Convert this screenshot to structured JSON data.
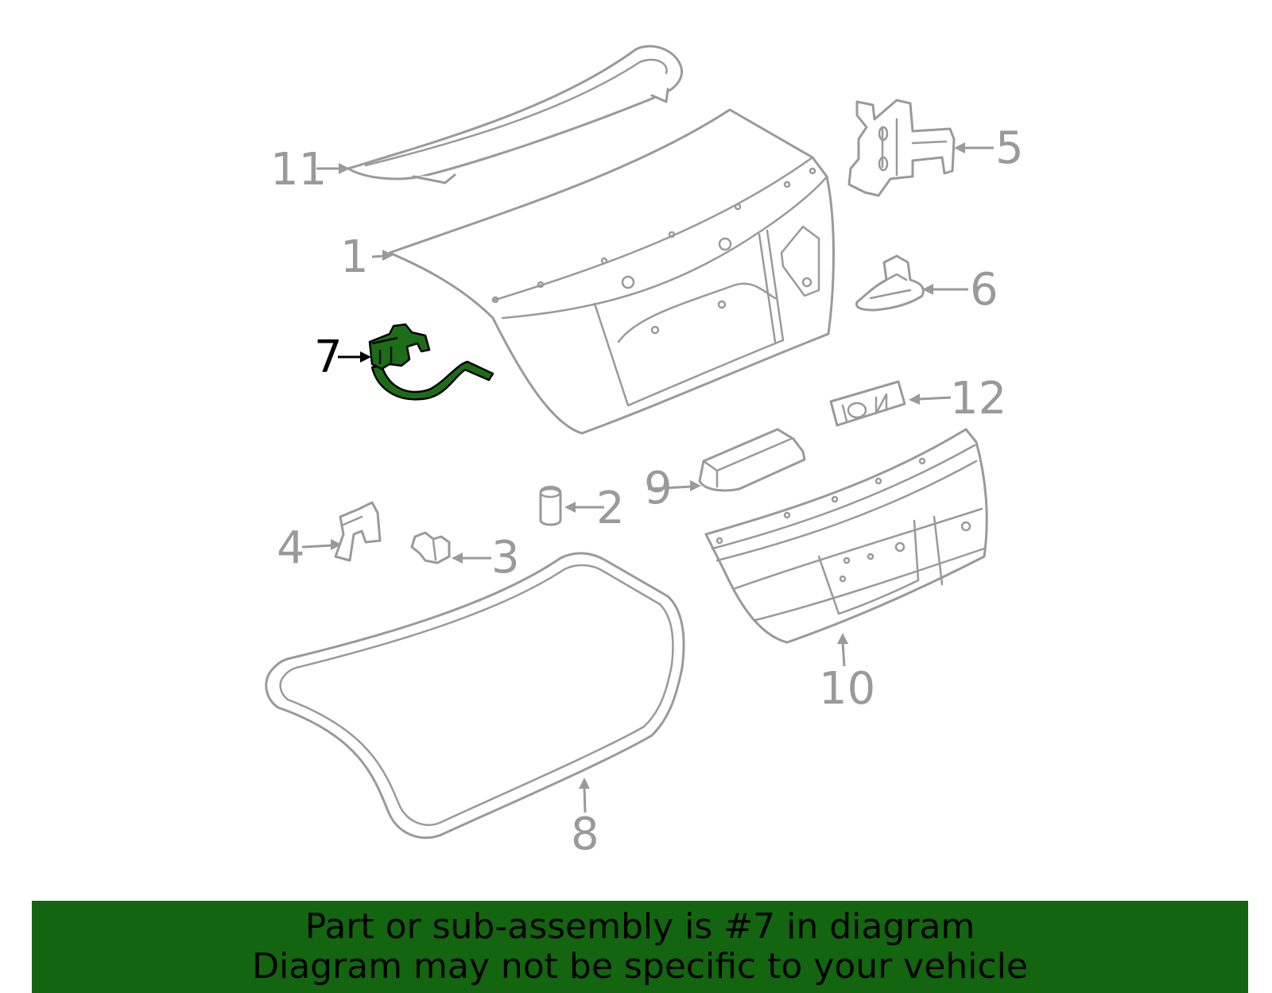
{
  "colors": {
    "highlight_part": "#1c6e16",
    "banner_background": "#136510",
    "part_stroke": "#9a9a9a",
    "active_label": "#000000"
  },
  "callouts": {
    "c1": "1",
    "c2": "2",
    "c3": "3",
    "c4": "4",
    "c5": "5",
    "c6": "6",
    "c7": "7",
    "c8": "8",
    "c9": "9",
    "c10": "10",
    "c11": "11",
    "c12": "12"
  },
  "highlighted_callout": "7",
  "banner": {
    "line1": "Part or sub-assembly is #7 in diagram",
    "line2": "Diagram may not be specific to your vehicle"
  }
}
